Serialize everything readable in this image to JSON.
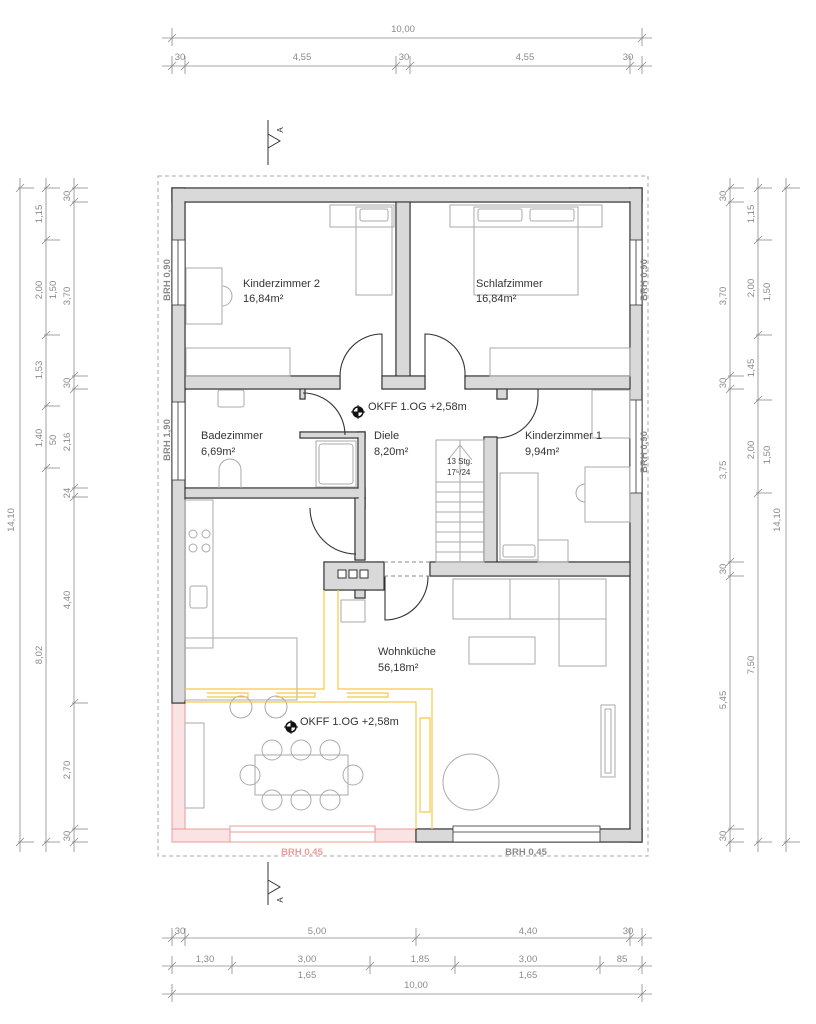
{
  "title": "Grundriss Obergeschoss",
  "colors": {
    "wall": "#d9d9d9",
    "line": "#333333",
    "dimension": "#8a8a8a",
    "highlight": "#ec9a9a",
    "heating": "#f6c74a"
  },
  "dimensions": {
    "top": {
      "total": "10,00",
      "segments": [
        "30",
        "4,55",
        "30",
        "4,55",
        "30"
      ]
    },
    "bottom": {
      "row1": [
        "30",
        "5,00",
        "4,40",
        "30"
      ],
      "row2": [
        "1,30",
        "3,00",
        "1,85",
        "3,00",
        "85"
      ],
      "row2_heights": [
        "1,65",
        "1,65"
      ],
      "total": "10,00"
    },
    "left": {
      "total": "14,10",
      "openings": [
        "1,15",
        "2,00",
        "1,53",
        "1,40",
        "8,02"
      ],
      "opening_heights": [
        "1,50",
        "50"
      ],
      "walls": [
        "30",
        "3,70",
        "30",
        "2,16",
        "24",
        "4,40",
        "2,70",
        "30"
      ]
    },
    "right": {
      "total": "14,10",
      "walls": [
        "30",
        "3,70",
        "30",
        "3,75",
        "30",
        "5,45",
        "30"
      ],
      "openings": [
        "1,15",
        "2,00",
        "1,45",
        "2,00",
        "7,50"
      ],
      "opening_heights": [
        "1,50",
        "1,50"
      ]
    }
  },
  "section_marker": "A",
  "rooms": [
    {
      "name": "Kinderzimmer 2",
      "area": "16,84m²"
    },
    {
      "name": "Schlafzimmer",
      "area": "16,84m²"
    },
    {
      "name": "Badezimmer",
      "area": "6,69m²"
    },
    {
      "name": "Diele",
      "area": "8,20m²"
    },
    {
      "name": "Kinderzimmer 1",
      "area": "9,94m²"
    },
    {
      "name": "Wohnküche",
      "area": "56,18m²"
    }
  ],
  "levels": [
    "OKFF 1.OG +2,58m",
    "OKFF 1.OG +2,58m"
  ],
  "stairs": {
    "steps": "13 Stg.",
    "ratio": "17⁵/24"
  },
  "brh": {
    "left_top": "BRH 0,90",
    "left_mid": "BRH 1,90",
    "right_top": "BRH 0,90",
    "right_mid": "BRH 0,90",
    "bottom_left": "BRH 0,45",
    "bottom_right": "BRH 0,45"
  }
}
